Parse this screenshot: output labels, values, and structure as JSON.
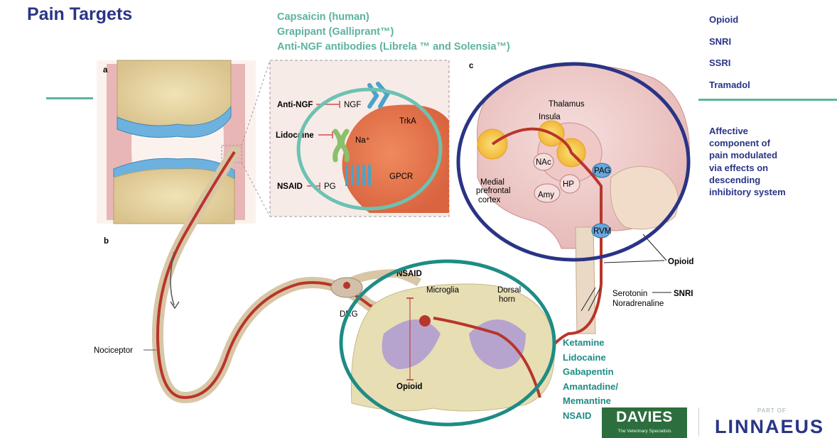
{
  "title": "Pain Targets",
  "top_drugs": [
    "Capsaicin (human)",
    "Grapipant (Galliprant™)",
    "Anti-NGF antibodies (Librela ™ and Solensia™)"
  ],
  "right_drugs": [
    "Opioid",
    "SNRI",
    "SSRI",
    "Tramadol"
  ],
  "affective_text": "Affective component of pain modulated via effects on descending inhibitory system",
  "bottom_drugs": [
    "Ketamine",
    "Lidocaine",
    "Gabapentin",
    "Amantadine/",
    "Memantine",
    "NSAID"
  ],
  "diagram": {
    "panel_a": "a",
    "panel_b": "b",
    "panel_c": "c",
    "anti_ngf": "Anti-NGF",
    "ngf": "NGF",
    "trka": "TrkA",
    "lidocaine": "Lidocaine",
    "na": "Na⁺",
    "nsaid": "NSAID",
    "pg": "PG",
    "gpcr": "GPCR",
    "thalamus": "Thalamus",
    "insula": "Insula",
    "nac": "NAc",
    "amy": "Amy",
    "hp": "HP",
    "pag": "PAG",
    "rvm": "RVM",
    "medial1": "Medial",
    "medial2": "prefrontal",
    "medial3": "cortex",
    "opioid_brain": "Opioid",
    "serotonin": "Serotonin",
    "noradrenaline": "Noradrenaline",
    "snri": "SNRI",
    "nsaid_spinal": "NSAID",
    "microglia": "Microglia",
    "dorsal1": "Dorsal",
    "dorsal2": "horn",
    "drg": "DRG",
    "opioid_spinal": "Opioid",
    "nociceptor": "Nociceptor"
  },
  "logo": {
    "davies": "DAVIES",
    "davies_sub": "The Veterinary Specialists",
    "part_of": "PART OF",
    "linnaeus": "LINNAEUS"
  },
  "colors": {
    "navy": "#2a3486",
    "teal": "#5cb39e",
    "dark_teal": "#1e8c84",
    "nerve_red": "#b8352b"
  }
}
